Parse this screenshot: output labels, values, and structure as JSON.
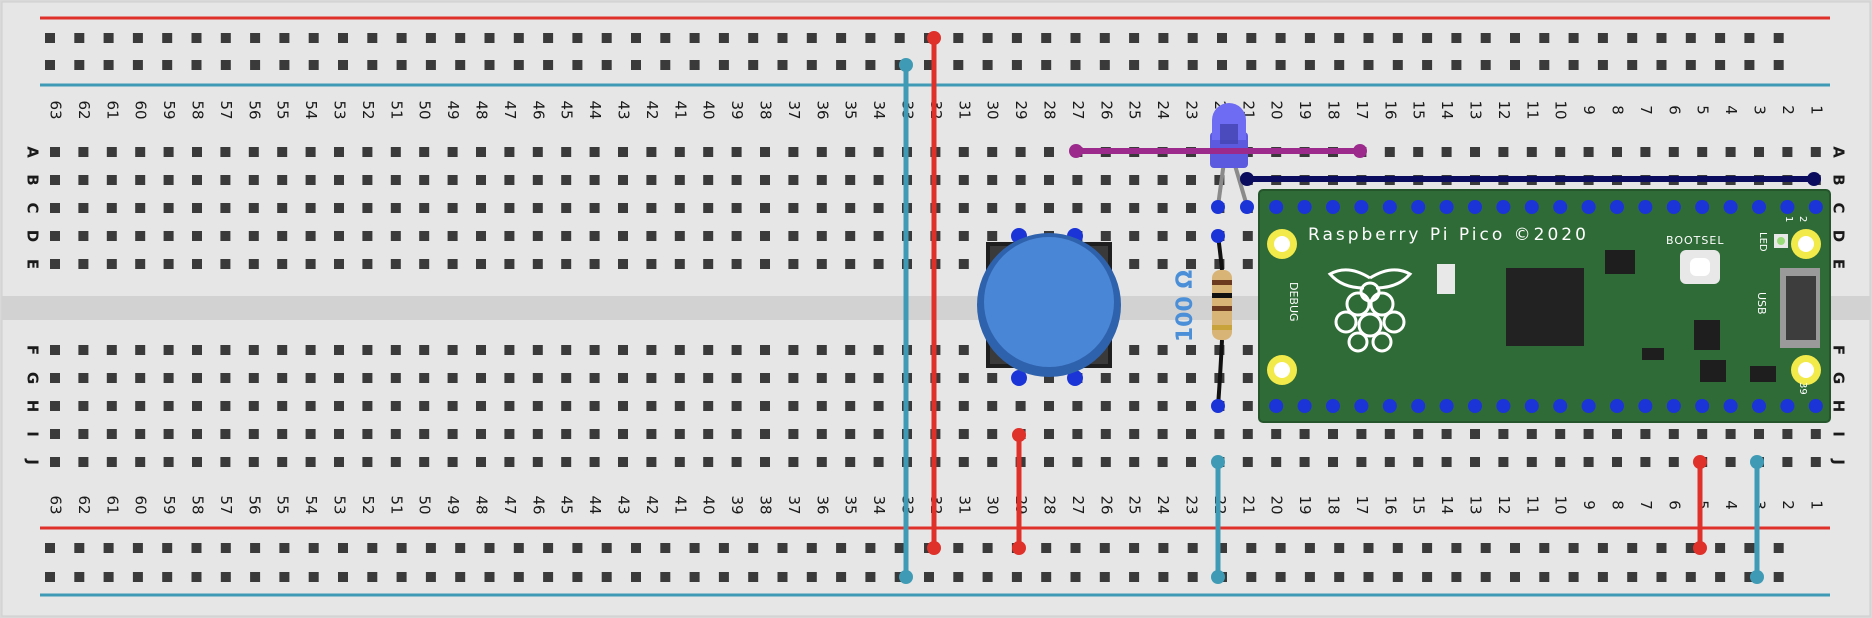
{
  "board": {
    "columns_label_max": 63,
    "row_labels_top": [
      "A",
      "B",
      "C",
      "D",
      "E"
    ],
    "row_labels_bottom": [
      "F",
      "G",
      "H",
      "I",
      "J"
    ]
  },
  "pico": {
    "title": "Raspberry Pi Pico ©2020",
    "bootsel": "BOOTSEL",
    "led": "LED",
    "usb": "USB",
    "debug": "DEBUG",
    "pin1": "1",
    "pin2": "2",
    "pin39": "39"
  },
  "resistor": {
    "label": "100 Ω"
  },
  "colors": {
    "board": "#e6e6e6",
    "hole": "#3a3a3a",
    "rail_red": "#e0302a",
    "rail_blue": "#3f9bb5",
    "wire_red": "#e0302a",
    "wire_teal": "#3f9bb5",
    "wire_purple": "#9b2a8c",
    "wire_navy": "#0c0c5e",
    "wire_black": "#111111",
    "pico_green": "#2f6b37",
    "button_blue": "#4a86d6",
    "led_blue": "#6d6cf2"
  }
}
